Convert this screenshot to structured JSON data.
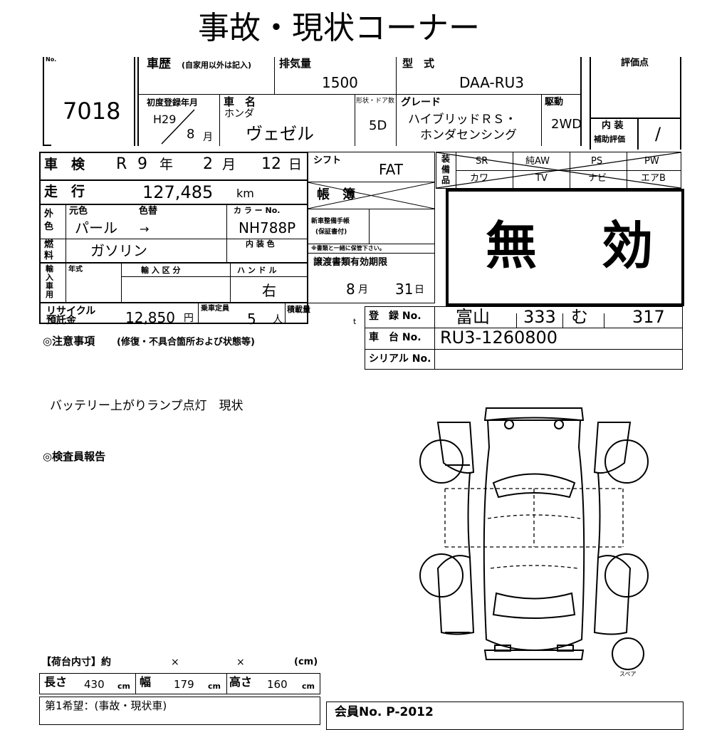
{
  "title": "事故・現状コーナー",
  "no": {
    "label": "No.",
    "value": "7018"
  },
  "history": {
    "label": "車歴",
    "note": "(自家用以外は記入)"
  },
  "displacement": {
    "label": "排気量",
    "value": "1500"
  },
  "model": {
    "label": "型　式",
    "value": "DAA-RU3"
  },
  "score": {
    "label": "評価点",
    "value": ""
  },
  "first_reg": {
    "label": "初度登録年月",
    "year": "H29",
    "month": "8",
    "month_unit": "月"
  },
  "car_name": {
    "label": "車　名",
    "maker": "ホンダ",
    "name": "ヴェゼル"
  },
  "doors": {
    "label": "形状・ドア数",
    "value": "5D"
  },
  "grade": {
    "label": "グレード",
    "line1": "ハイブリッドＲＳ・",
    "line2": "ホンダセンシング"
  },
  "drive": {
    "label": "駆動",
    "value": "2WD"
  },
  "interior": {
    "label1": "内 装",
    "label2": "補助評価",
    "value": "/"
  },
  "inspection": {
    "label": "車　検",
    "era": "R",
    "year": "9",
    "year_unit": "年",
    "month": "2",
    "month_unit": "月",
    "day": "12",
    "day_unit": "日"
  },
  "shift": {
    "label": "シフト",
    "value": "FAT"
  },
  "equipment": {
    "label": "装備品",
    "row1": [
      "SR",
      "純AW",
      "PS",
      "PW"
    ],
    "row2": [
      "カワ",
      "TV",
      "ナビ",
      "エアB"
    ]
  },
  "mileage": {
    "label": "走　行",
    "value": "127,485",
    "unit": "km"
  },
  "ledger": {
    "label": "帳　簿"
  },
  "stamp": {
    "text1": "無",
    "text2": "効"
  },
  "color": {
    "side_label": "外色",
    "orig_label": "元色",
    "change_label": "色替",
    "code_label": "カ ラ ー No.",
    "orig": "パール",
    "arrow": "→",
    "code": "NH788P"
  },
  "warranty": {
    "line1": "新車整備手帳",
    "line2": "(保証書付)",
    "note": "※書類と一緒に保管下さい。"
  },
  "fuel": {
    "label": "燃料",
    "value": "ガソリン",
    "interior_color_label": "内 装 色"
  },
  "import": {
    "label": "輸入車用",
    "year_label": "年式",
    "class_label": "輸 入 区 分",
    "handle_label": "ハ ン ド ル",
    "handle_value": "右"
  },
  "doc_expiry": {
    "label": "譲渡書類有効期限",
    "month": "8",
    "month_unit": "月",
    "day": "31",
    "day_unit": "日"
  },
  "recycle": {
    "label1": "リサイクル",
    "label2": "預託金",
    "value": "12,850",
    "unit": "円"
  },
  "capacity": {
    "label": "乗車定員",
    "value": "5",
    "unit": "人"
  },
  "load": {
    "label": "積載量",
    "unit": "t"
  },
  "registration": {
    "label": "登　録 No.",
    "region": "富山",
    "class": "333",
    "kana": "む",
    "number": "317"
  },
  "chassis": {
    "label": "車　台 No.",
    "value": "RU3-1260800"
  },
  "serial": {
    "label": "シリアル No.",
    "value": ""
  },
  "notes": {
    "heading": "◎注意事項",
    "heading_sub": "(修復・不具合箇所および状態等)",
    "text": "バッテリー上がりランプ点灯　現状"
  },
  "inspector": {
    "heading": "◎検査員報告"
  },
  "spare_label": "スペア",
  "cargo": {
    "heading": "【荷台内寸】約",
    "x1": "×",
    "x2": "×",
    "unit": "(cm)"
  },
  "dims": {
    "length_label": "長さ",
    "length": "430",
    "width_label": "幅",
    "width": "179",
    "height_label": "高さ",
    "height": "160",
    "unit": "cm"
  },
  "wish": {
    "text": "第1希望：(事故・現状車)"
  },
  "member": {
    "text": "会員No. P-2012"
  }
}
